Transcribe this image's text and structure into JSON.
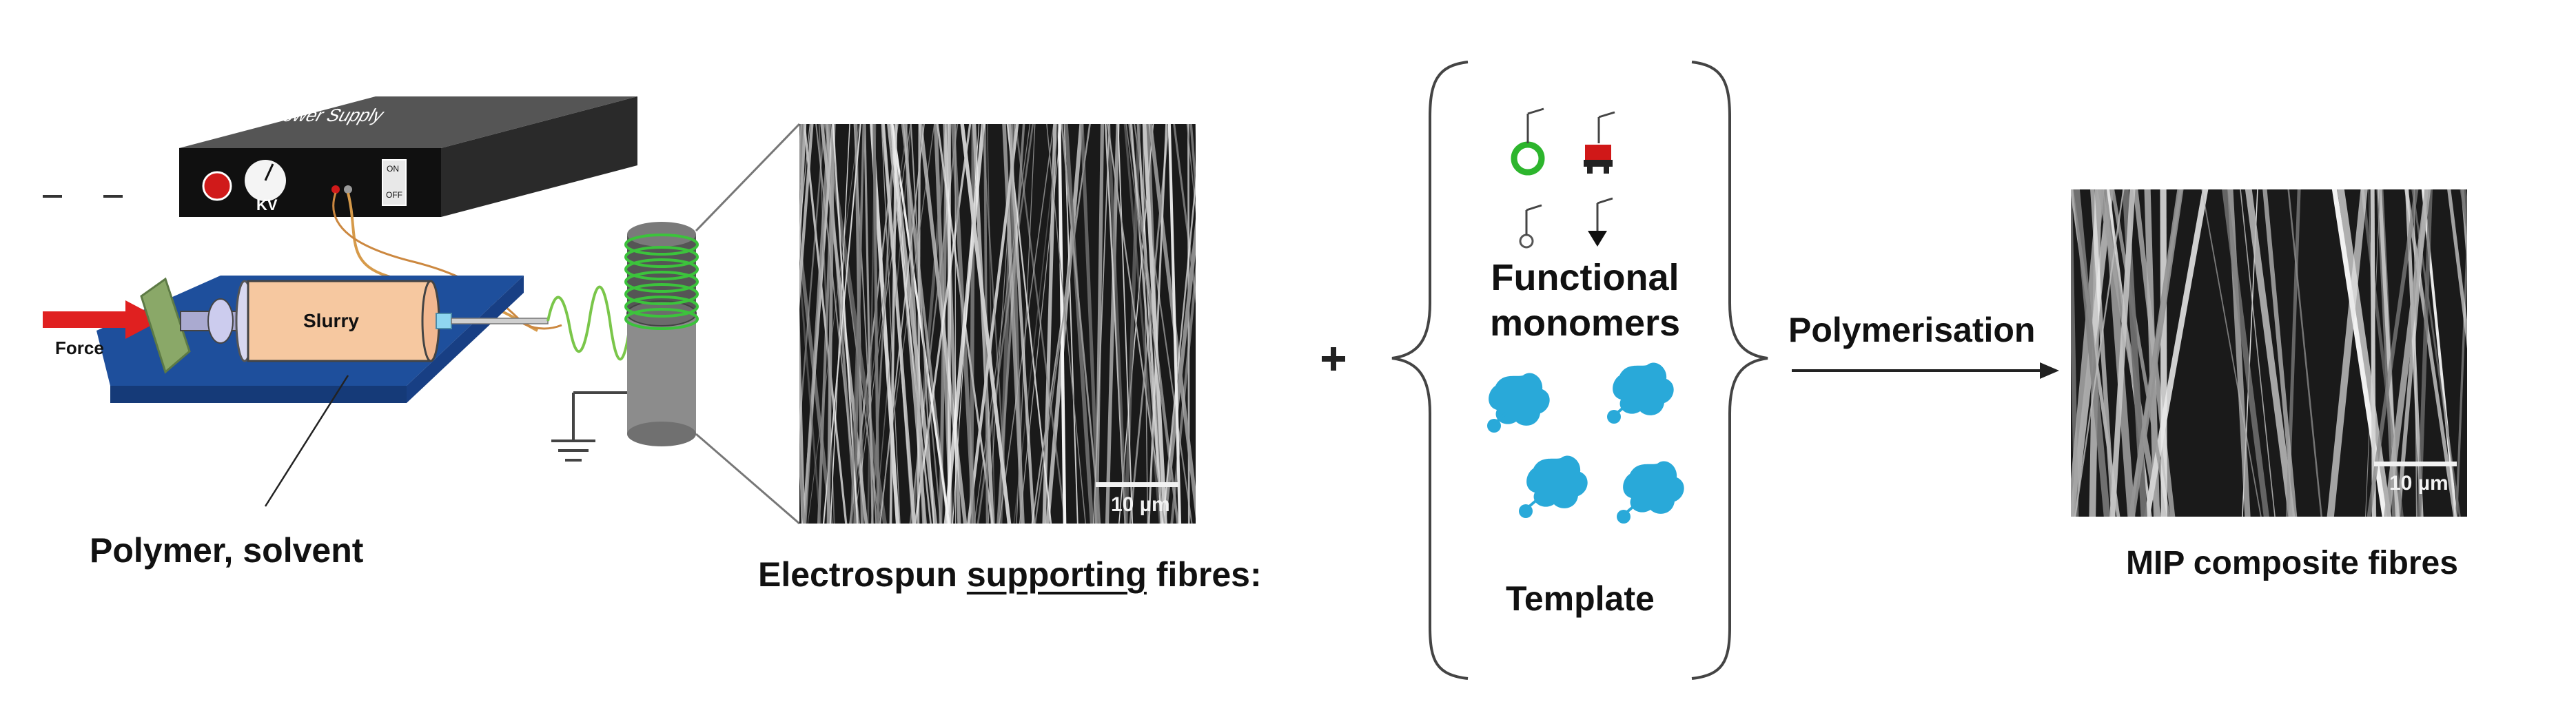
{
  "power_supply": {
    "title": "Power Supply",
    "meter_label": "KV",
    "switch_on": "ON",
    "switch_off": "OFF"
  },
  "syringe": {
    "force_label": "Force",
    "slurry_label": "Slurry"
  },
  "labels": {
    "polymer_solvent": "Polymer, solvent",
    "electrospun_prefix": "Electrospun ",
    "electrospun_underlined": "supporting",
    "electrospun_suffix": " fibres:",
    "plus": "+",
    "functional_line1": "Functional",
    "functional_line2": "monomers",
    "template": "Template",
    "polymerisation": "Polymerisation",
    "mip_fibres": "MIP composite fibres"
  },
  "sem": {
    "left_scale": "10 µm",
    "right_scale": "10 µm"
  },
  "colors": {
    "force_arrow": "#e02020",
    "syringe_body": "#f6c8a0",
    "base_plate": "#1e4f9c",
    "pusher": "#8aa868",
    "coil": "#3cc33c",
    "template_blob": "#29a9d9",
    "monomer_green": "#2db52d",
    "monomer_red": "#d01818"
  }
}
